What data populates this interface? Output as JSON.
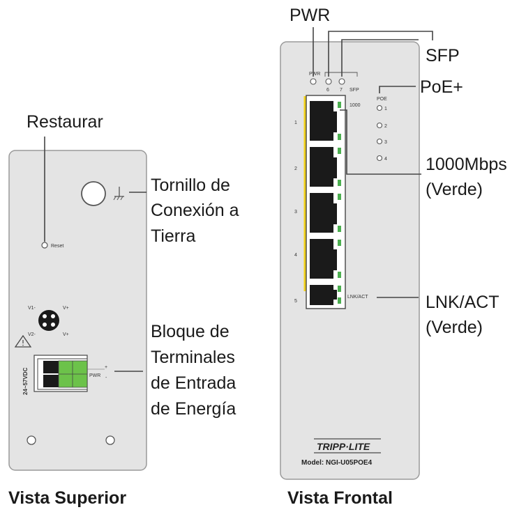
{
  "top_view": {
    "caption": "Vista Superior",
    "callouts": {
      "reset": "Restaurar",
      "ground_line1": "Tornillo de",
      "ground_line2": "Conexión a",
      "ground_line3": "Tierra",
      "power_line1": "Bloque de",
      "power_line2": "Terminales",
      "power_line3": "de Entrada",
      "power_line4": "de Energía"
    },
    "panel_labels": {
      "reset": "Reset",
      "voltage": "24~57VDC",
      "pwr": "PWR",
      "plus": "+",
      "minus": "-",
      "pin_v1": "V1-",
      "pin_v2": "V+",
      "pin_v3": "V2-",
      "pin_v4": "V+"
    }
  },
  "front_view": {
    "caption": "Vista Frontal",
    "callouts": {
      "pwr": "PWR",
      "sfp": "SFP",
      "poe": "PoE+",
      "speed_line1": "1000Mbps",
      "speed_line2": "(Verde)",
      "lnk_line1": "LNK/ACT",
      "lnk_line2": "(Verde)"
    },
    "panel_labels": {
      "pwr": "PWR",
      "sfp": "SFP",
      "port6": "6",
      "port7": "7",
      "speed": "1000",
      "poe": "POE",
      "poe1": "1",
      "poe2": "2",
      "poe3": "3",
      "poe4": "4",
      "lnkact": "LNK/ACT",
      "port1": "1",
      "port2": "2",
      "port3": "3",
      "port4": "4",
      "port5": "5"
    },
    "brand": "TRIPP·LITE",
    "model": "Model: NGI-U05POE4"
  },
  "colors": {
    "panel": "#e4e4e4",
    "panel_border": "#9a9a9a",
    "led_green": "#4caf50",
    "terminal_green": "#6cc24a",
    "poe_yellow": "#f2d21b"
  }
}
